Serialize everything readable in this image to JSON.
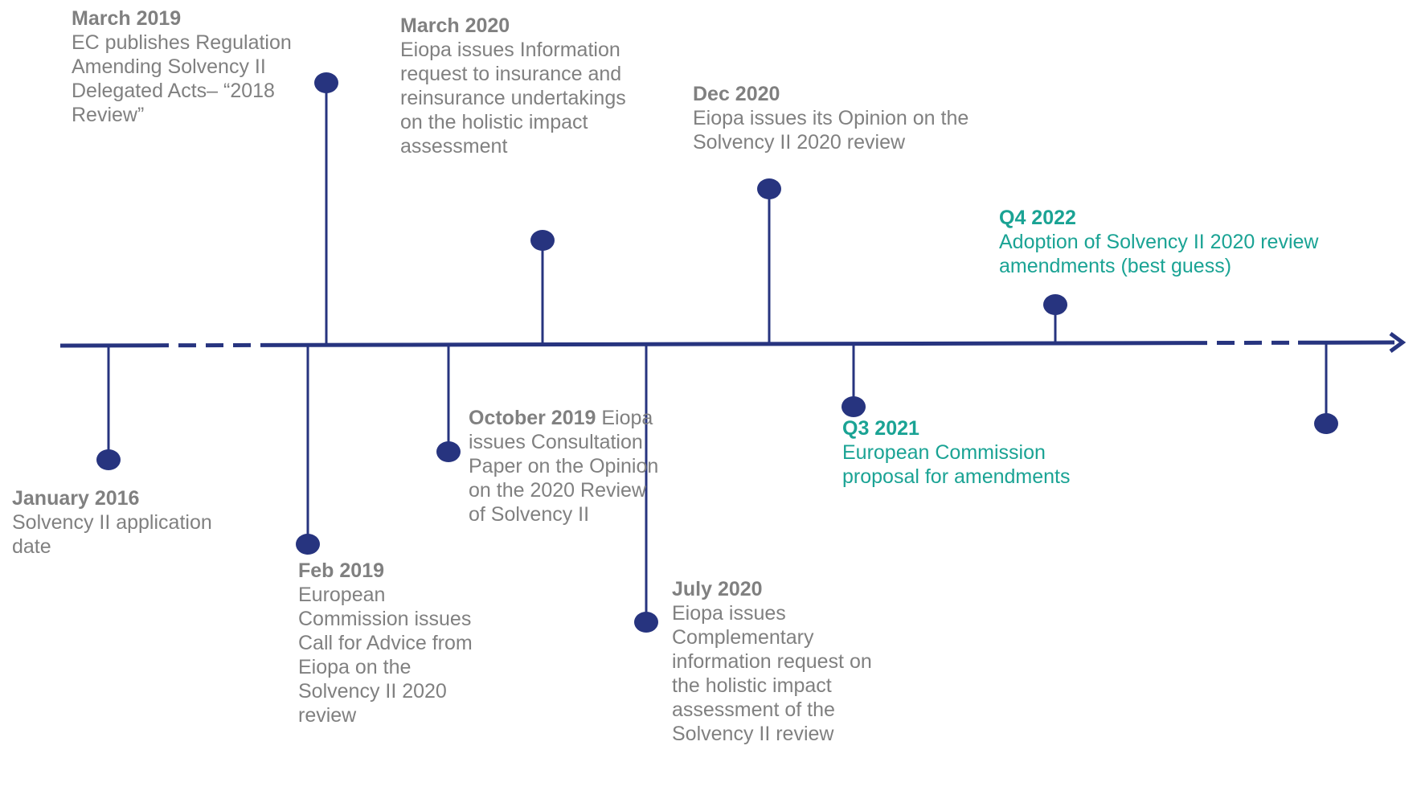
{
  "colors": {
    "line": "#27347f",
    "dot": "#27347f",
    "past_text": "#808080",
    "future_text": "#1aa394"
  },
  "events": [
    {
      "id": "jan-2016",
      "date": "January 2016",
      "description": "Solvency II application\ndate"
    },
    {
      "id": "mar-2019",
      "date": "March 2019",
      "description": "EC publishes Regulation\nAmending Solvency II\nDelegated Acts– “2018\nReview”"
    },
    {
      "id": "feb-2019",
      "date": "Feb 2019",
      "description": "European\nCommission issues\nCall for Advice from\nEiopa on the\nSolvency II 2020\nreview"
    },
    {
      "id": "oct-2019",
      "date": "October 2019",
      "description": "Eiopa\nissues Consultation\nPaper on the Opinion\non the 2020 Review\nof Solvency II"
    },
    {
      "id": "mar-2020",
      "date": "March 2020",
      "description": "Eiopa issues Information\nrequest to insurance and\nreinsurance undertakings\non the holistic impact\nassessment"
    },
    {
      "id": "jul-2020",
      "date": "July 2020",
      "description": "Eiopa issues\nComplementary\ninformation request on\nthe holistic impact\nassessment of the\nSolvency II review"
    },
    {
      "id": "dec-2020",
      "date": "Dec 2020",
      "description": "Eiopa issues its Opinion on the\nSolvency II 2020 review"
    },
    {
      "id": "q3-2021",
      "date": "Q3 2021",
      "description": "European Commission\nproposal for amendments"
    },
    {
      "id": "q4-2022",
      "date": "Q4 2022",
      "description": "Adoption of Solvency II 2020 review\namendments (best guess)"
    }
  ]
}
